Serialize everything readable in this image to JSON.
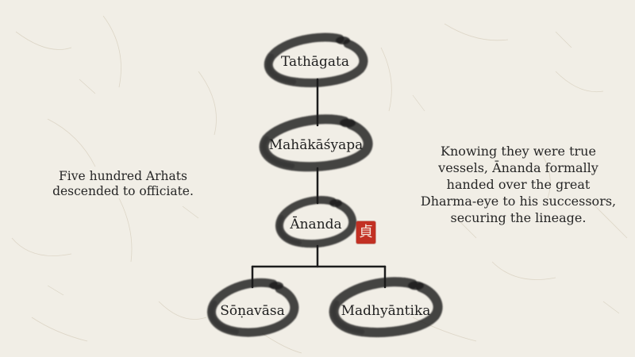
{
  "colors": {
    "background": "#f1eee6",
    "ink": "#1c1c1c",
    "seal": "#c23023"
  },
  "lineage": {
    "root": {
      "label": "Tathāgata"
    },
    "second": {
      "label": "Mahākāśyapa"
    },
    "third": {
      "label": "Ānanda"
    },
    "successors": [
      {
        "label": "Sōṇavāsa"
      },
      {
        "label": "Madhyāntika"
      }
    ]
  },
  "left_caption": "Five hundred Arhats descended to officiate.",
  "right_caption": "Knowing they were true vessels, Ānanda formally handed over the great Dharma-eye to his successors, securing the lineage.",
  "seal": {
    "glyph": "貞",
    "icon": "red-seal-icon"
  }
}
